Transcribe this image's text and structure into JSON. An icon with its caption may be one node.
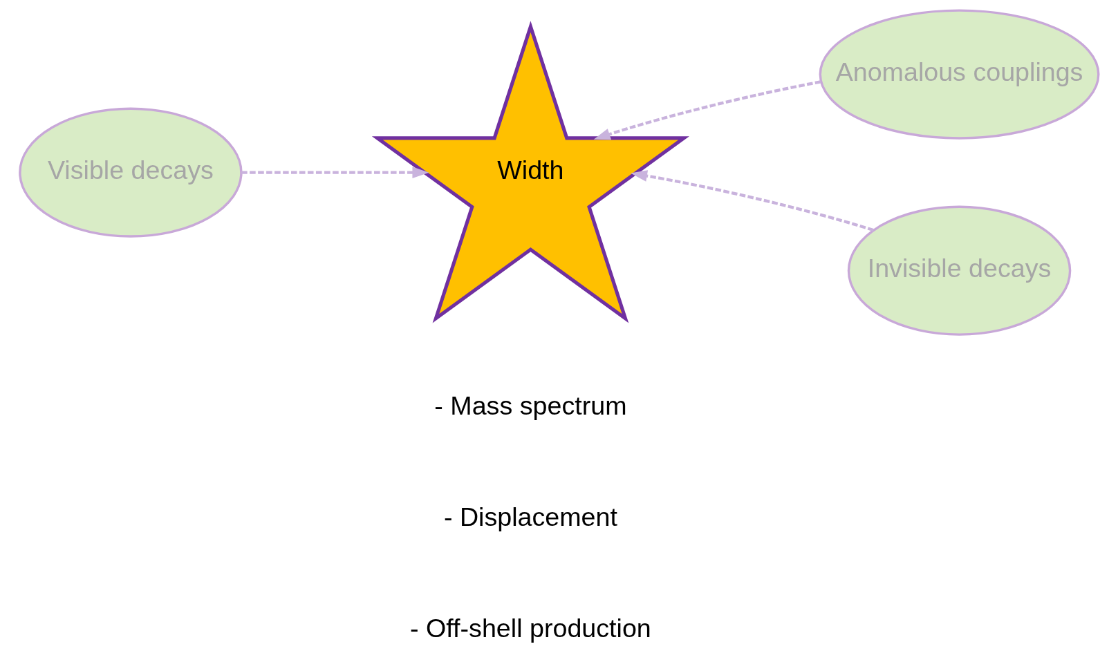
{
  "diagram": {
    "nodes": [
      {
        "text": [
          "Anomalous couplings"
        ]
      },
      {
        "text": [
          "Visible decays"
        ]
      },
      {
        "text": [
          "Width"
        ]
      },
      {
        "text": [
          "Invisible decays"
        ]
      }
    ],
    "edges": [
      {
        "from": 0,
        "to": 2,
        "arrow": "to",
        "style": "dashed"
      },
      {
        "from": 1,
        "to": 2,
        "arrow": "to",
        "style": "dashed"
      },
      {
        "from": 3,
        "to": 2,
        "arrow": "to",
        "style": "dashed"
      }
    ],
    "labels": [
      "- Mass spectrum",
      "- Displacement",
      "- Off-shell production"
    ]
  }
}
